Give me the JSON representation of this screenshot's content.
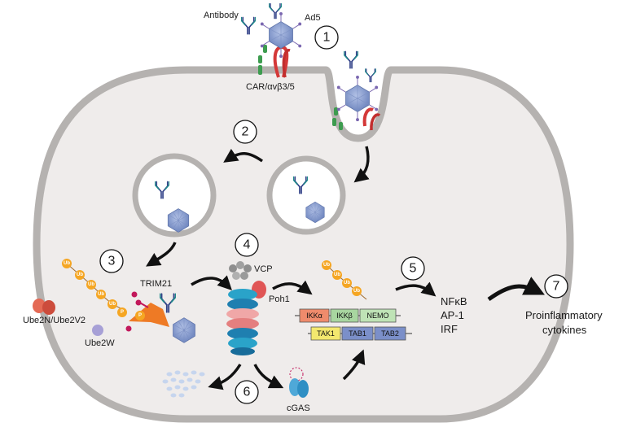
{
  "labels": {
    "antibody": "Antibody",
    "ad5": "Ad5",
    "receptor": "CAR/αvβ3/5",
    "vcp": "VCP",
    "poh1": "Poh1",
    "trim21": "TRIM21",
    "ube2n": "Ube2N/Ube2V2",
    "ube2w": "Ube2W",
    "cgas": "cGAS",
    "phospho": "P",
    "ub": "Ub",
    "ikka": "IKKα",
    "ikkb": "IKKβ",
    "nemo": "NEMO",
    "tak1": "TAK1",
    "tab1": "TAB1",
    "tab2": "TAB2",
    "nfkb": "NFκB",
    "ap1": "AP-1",
    "irf": "IRF",
    "proinflammatory": "Proinflammatory",
    "cytokines": "cytokines"
  },
  "steps": [
    "1",
    "2",
    "3",
    "4",
    "5",
    "6",
    "7"
  ],
  "colors": {
    "cell_fill": "#efeceb",
    "membrane": "#b5b2b0",
    "capsid": "#8fa3cf",
    "ubiquitin": "#f5a623",
    "trim21": "#ee7a25",
    "ikka": "#ef8b6c",
    "ikkb": "#a8d6a0",
    "nemo": "#bfe3b6",
    "tak1": "#f3e86e",
    "tab": "#7b8fc9",
    "antibody_heavy": "#2f3f86",
    "antibody_light": "#1f8a8a",
    "receptor_green": "#3d9c4f",
    "receptor_red": "#d43838"
  },
  "icons": [
    "adenovirus-capsid-icon",
    "antibody-icon",
    "proteasome-icon",
    "ubiquitin-chain-icon"
  ]
}
